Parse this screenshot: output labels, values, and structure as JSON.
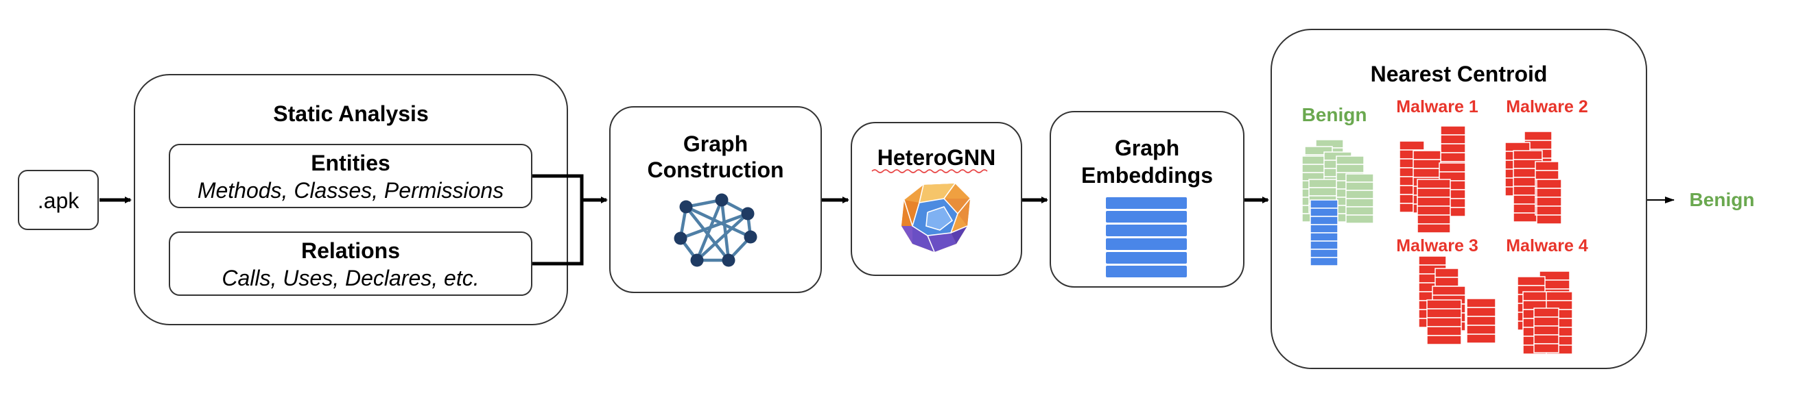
{
  "apk": {
    "label": ".apk"
  },
  "static_analysis": {
    "title": "Static Analysis",
    "entities": {
      "title": "Entities",
      "subtitle": "Methods, Classes, Permissions"
    },
    "relations": {
      "title": "Relations",
      "subtitle": "Calls, Uses, Declares, etc."
    }
  },
  "graph_construction": {
    "title_line1": "Graph",
    "title_line2": "Construction"
  },
  "heterognn": {
    "title": "HeteroGNN"
  },
  "graph_embeddings": {
    "title_line1": "Graph",
    "title_line2": "Embeddings"
  },
  "nearest_centroid": {
    "title": "Nearest Centroid",
    "benign_label": "Benign",
    "malware_labels": [
      "Malware 1",
      "Malware 2",
      "Malware 3",
      "Malware 4"
    ]
  },
  "output": {
    "label": "Benign"
  },
  "colors": {
    "benign_green": "#6aa84f",
    "malware_red": "#e8342a",
    "embedding_blue": "#4a86e8",
    "benign_light": "#b6d7a8",
    "graph_navy": "#1f3b63",
    "edge_steel": "#4f7fa6"
  }
}
